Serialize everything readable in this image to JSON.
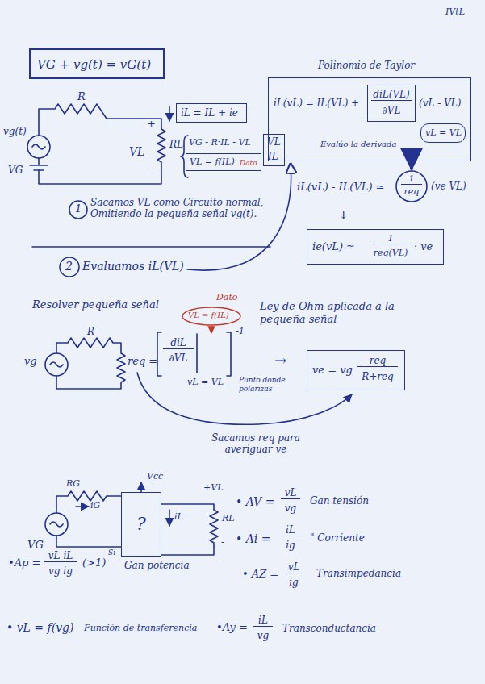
{
  "diagram": {
    "nodes": [
      {
        "text": [
          "VG + vg(t) = vG(t)"
        ]
      },
      {
        "text": [
          "iL = IL + ie"
        ]
      },
      {
        "text": [
          "VL = f(IL)",
          "Dato"
        ]
      },
      {
        "text": [
          "VL",
          "IL"
        ]
      },
      {
        "text": [
          "iL(vL) = IL(VL) +",
          "(vL - VL)",
          "Evalúo la derivada"
        ]
      },
      {
        "text": [
          "diL(VL)",
          "∂VL"
        ],
        "in": 4
      },
      {
        "text": [
          "vL = VL"
        ],
        "in": 4
      },
      {
        "text": [
          "ie(vL) ≃",
          "1",
          "req(VL)",
          "· ve"
        ]
      },
      {
        "text": [
          "ve = vg",
          "req",
          "R+req"
        ]
      },
      {
        "text": [
          "?"
        ]
      }
    ],
    "labels": [
      "IVtL",
      "R",
      "vg(t)",
      "VG",
      "+",
      "VL",
      "-",
      "RL",
      "VG - R·IL - VL",
      "Polinomio de Taylor",
      "1",
      "Sacamos VL como Circuito normal, Omitiendo la pequeña señal vg(t).",
      "2",
      "Evaluamos iL(VL)",
      "iL(vL) - IL(VL) ≃",
      "1",
      "req",
      "(ve VL)",
      "↓",
      "Resolver pequeña señal",
      "Dato",
      "VL = f(IL)",
      "Ley de Ohm aplicada a la pequeña señal",
      "R",
      "vg",
      "req =",
      "diL",
      "∂VL",
      "-1",
      "vL = VL",
      "Punto donde polarizas",
      "→",
      "Sacamos req para averiguar ve",
      "Vcc",
      "RG",
      "iG",
      "VG",
      "iL",
      "+VL",
      "RL",
      "-",
      "• AV =",
      "vL",
      "vg",
      "Gan tensión",
      "• Ai =",
      "iL",
      "ig",
      "\" Corriente",
      "• AZ =",
      "vL",
      "ig",
      "Transimpedancia",
      "•Ap =",
      "vL iL",
      "vg ig",
      "(>1)",
      "Si",
      "Gan potencia",
      "• vL = f(vg)",
      "Función de transferencia",
      "•Ay =",
      "iL",
      "vg",
      "Transconductancia"
    ]
  }
}
